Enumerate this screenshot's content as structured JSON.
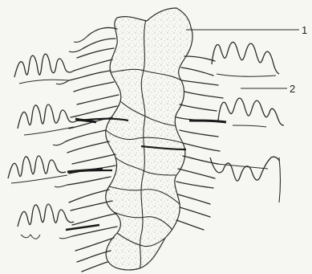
{
  "labels": [
    {
      "id": "1",
      "text": "1"
    },
    {
      "id": "2",
      "text": "2"
    }
  ],
  "colors": {
    "background": "#f6f6f3",
    "line": "#2a2a2a",
    "stipple": "#3a3a3a"
  }
}
